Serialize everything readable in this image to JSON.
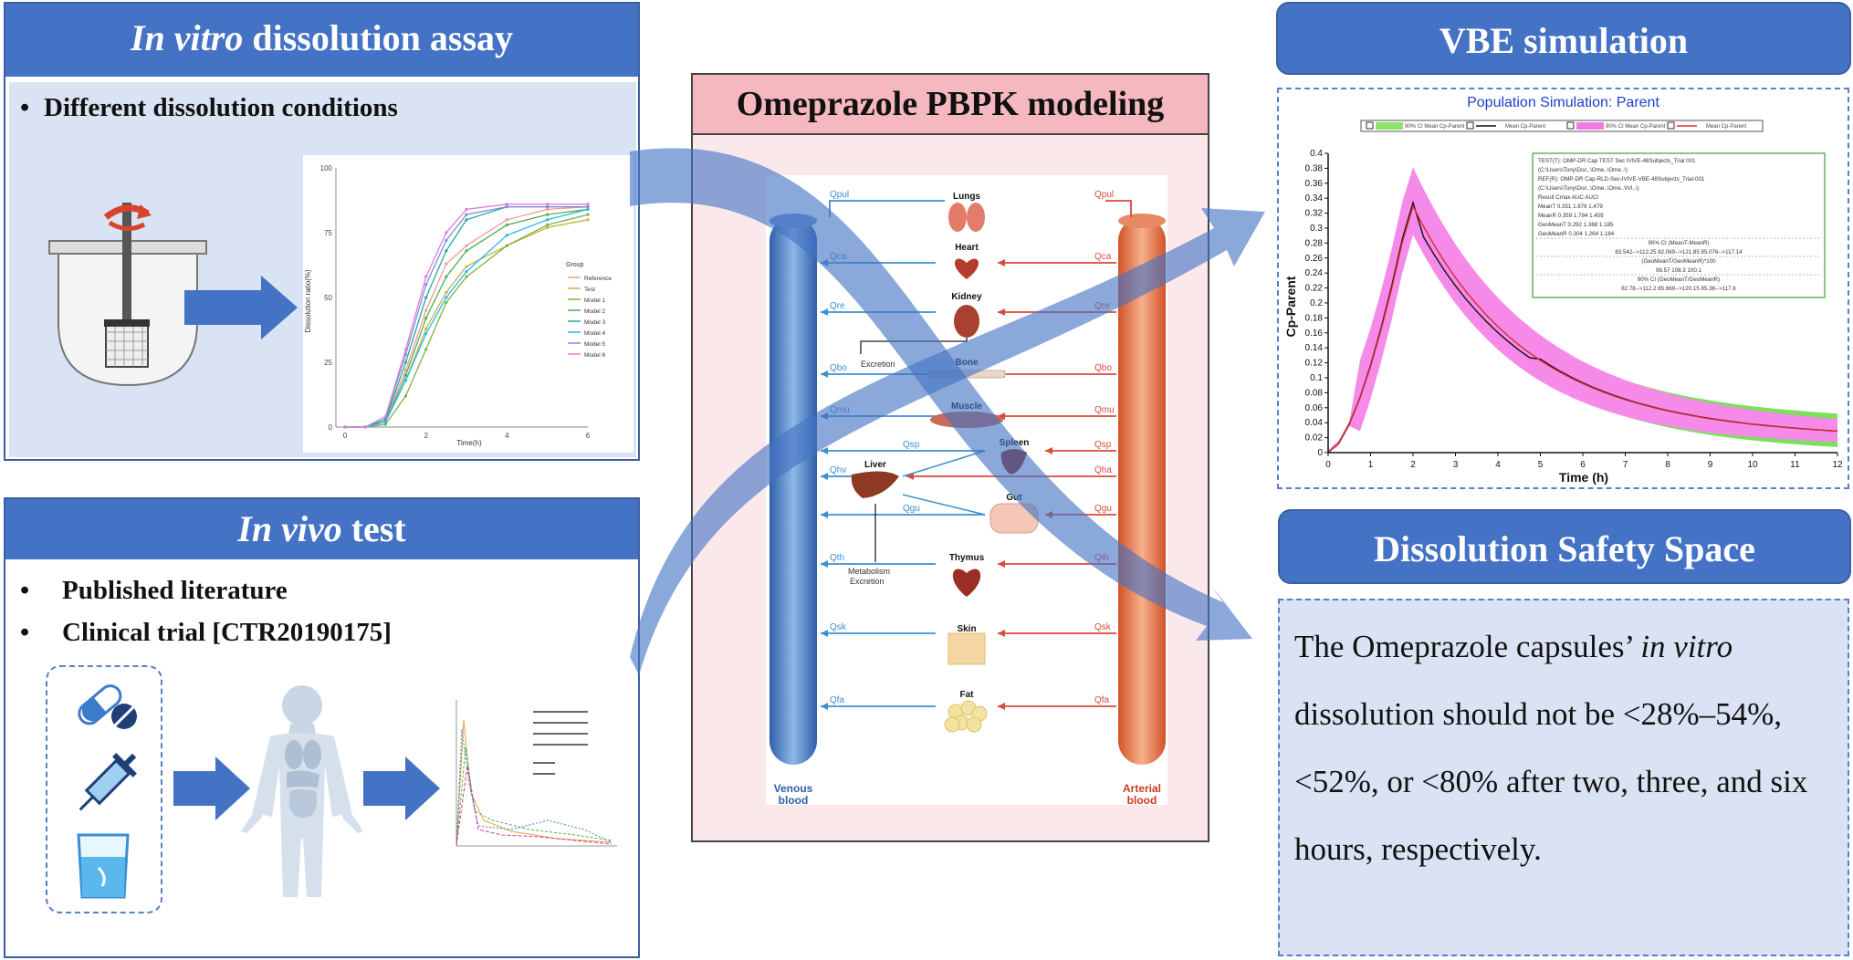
{
  "colors": {
    "header_blue": "#4472c4",
    "panel_light": "#dae3f3",
    "pbpk_header": "#f4b8be",
    "pbpk_body": "#fbe8ea",
    "arrow_blue": "#4472c4"
  },
  "in_vitro": {
    "title_italic": "In vitro",
    "title_rest": " dissolution assay",
    "bullet": "Different dissolution conditions",
    "chart": {
      "ylabel": "Dissolution ratio(%)",
      "xlabel": "Time(h)",
      "legend_title": "Group",
      "y_ticks": [
        "100",
        "75",
        "50",
        "25",
        "0"
      ],
      "x_ticks": [
        "0",
        "2",
        "4",
        "6"
      ],
      "series_names": [
        "Reference",
        "Test",
        "Model 1",
        "Model 2",
        "Model 3",
        "Model 4",
        "Model 5",
        "Model 6"
      ]
    }
  },
  "in_vivo": {
    "title_italic": "In vivo",
    "title_rest": " test",
    "bullets": [
      "Published literature",
      "Clinical trial [CTR20190175]"
    ]
  },
  "pbpk": {
    "title": "Omeprazole PBPK modeling",
    "left_flows": [
      "Qpul",
      "Qca",
      "Qre",
      "Qbo",
      "Qmu",
      "Qsp",
      "Qhv",
      "Qgu",
      "Qth",
      "Qsk",
      "Qfa"
    ],
    "right_flows": [
      "Qpul",
      "Qca",
      "Qre",
      "Qbo",
      "Qmu",
      "Qsp",
      "Qha",
      "Qgu",
      "Qth",
      "Qsk",
      "Qfa"
    ],
    "organs": [
      "Lungs",
      "Heart",
      "Kidney",
      "Bone",
      "Muscle",
      "Spleen",
      "Liver",
      "Gut",
      "Thymus",
      "Skin",
      "Fat"
    ],
    "excretion": "Excretion",
    "metabolism": "Metabolism",
    "metabolism_excretion": "Excretion",
    "venous_line1": "Venous",
    "venous_line2": "blood",
    "arterial_line1": "Arterial",
    "arterial_line2": "blood"
  },
  "vbe": {
    "title": "VBE simulation",
    "chart_title": "Population Simulation: Parent",
    "legend": [
      "90% CI Mean Cp-Parent",
      "Mean Cp-Parent",
      "90% CI Mean Cp-Parent",
      "Mean Cp-Parent"
    ],
    "ylabel": "Cp-Parent",
    "xlabel": "Time (h)",
    "y_ticks": [
      "0.4",
      "0.38",
      "0.36",
      "0.34",
      "0.32",
      "0.3",
      "0.28",
      "0.26",
      "0.24",
      "0.22",
      "0.2",
      "0.18",
      "0.16",
      "0.14",
      "0.12",
      "0.1",
      "0.08",
      "0.06",
      "0.04",
      "0.02",
      "0"
    ],
    "x_ticks": [
      "0",
      "1",
      "2",
      "3",
      "4",
      "5",
      "6",
      "7",
      "8",
      "9",
      "10",
      "11",
      "12"
    ],
    "stats_lines": [
      "TEST(T): OMP-DR Cap TEST Sec IVIVE-48Subjects_Trial 001",
      "(C:\\Users\\Tony\\Doc..\\Ome..\\Ome..\\)",
      "REF(R): OMP-DR Cap-RLD-Sec-IVIVE-VBE-48Subjects_Trial-001",
      "(C:\\Users\\Tony\\Doc..\\Ome..\\Ome..\\IVI..\\)",
      "Result    Cmax        AUC        AUCt",
      "MeanT     0.351      1.876      1.479",
      "MeanR     0.359      1.784      1.459",
      "GeoMeanT  0.292      1.368      1.185",
      "GeoMeanR  0.304      1.264      1.184",
      "90% CI (MeanT-MeanR)",
      "83.542-->112.25   82.069-->121.85   85.076-->117.14",
      "(GeoMeanT/GeoMeanR)*100",
      "96.57         108.3         100.1",
      "90% CI (GeoMeanT/GeoMeanR)",
      "82.78-->112.2   85.669-->120.15   85.36-->117.6"
    ]
  },
  "dss": {
    "title": "Dissolution Safety Space",
    "text_before": "The Omeprazole  capsules’ ",
    "text_italic": "in vitro",
    "text_after": " dissolution should not be <28%–54%, <52%, or <80% after two, three, and six hours, respectively."
  }
}
